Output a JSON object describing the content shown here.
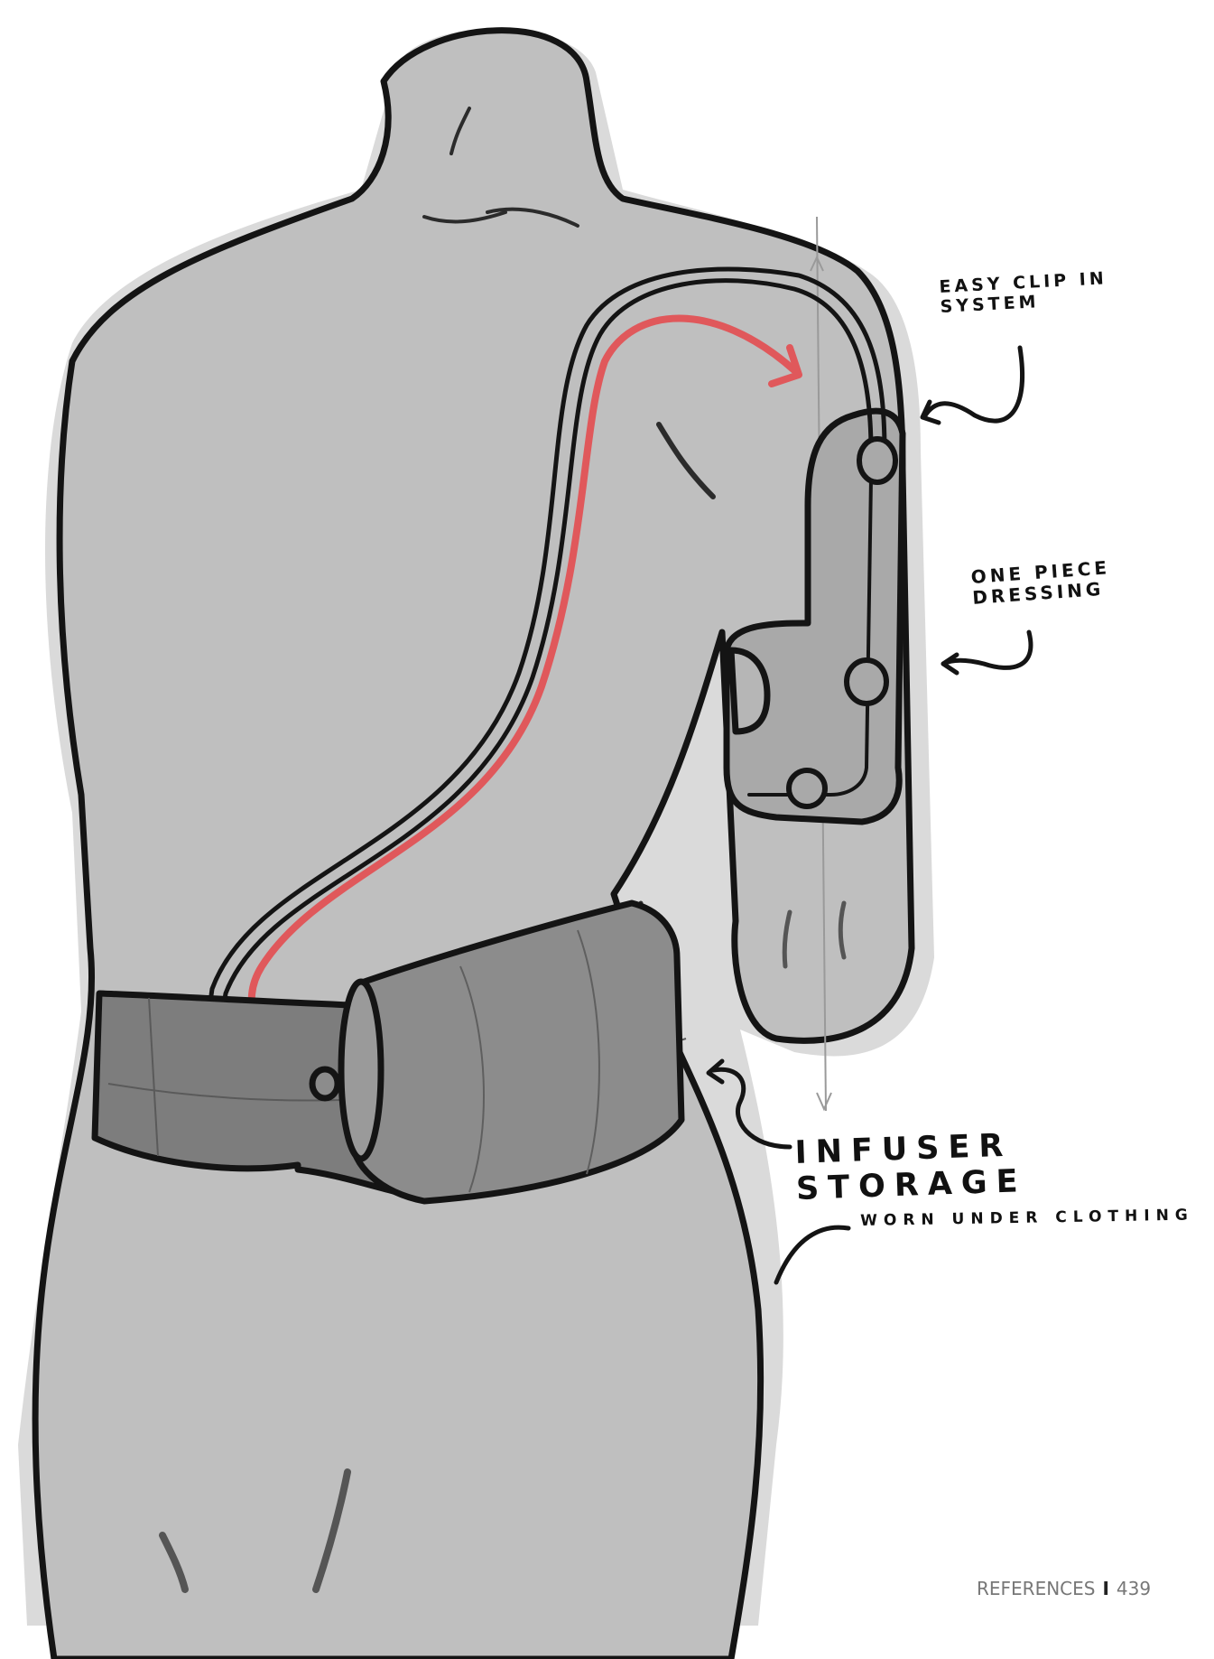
{
  "annotations": {
    "clip": "EASY CLIP IN\nSYSTEM",
    "dressing": "ONE PIECE\nDRESSING",
    "infuser": "INFUSER STORAGE",
    "worn": "WORN UNDER CLOTHING"
  },
  "footer": {
    "section": "REFERENCES",
    "separator": "I",
    "page": "439"
  },
  "colors": {
    "body": "#bfbfbf",
    "shadow": "#a8a8a8",
    "outline": "#141414",
    "belt": "#7d7d7d",
    "pouch": "#8c8c8c",
    "flow_arrow": "#e0585b",
    "footer_text": "#777777"
  },
  "icons": {
    "flow": "curved-flow-arrow",
    "pointers": "hand-drawn-pointer-arrow"
  }
}
